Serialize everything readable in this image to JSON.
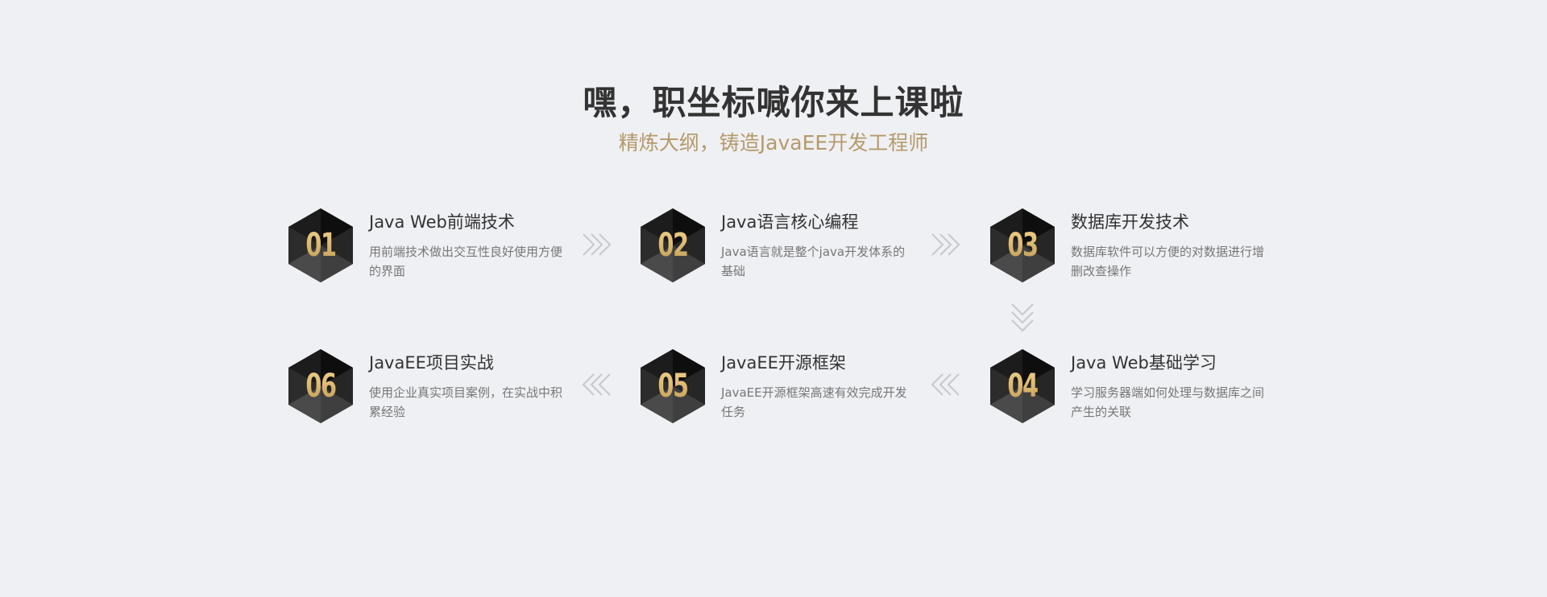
{
  "header": {
    "title": "嘿，职坐标喊你来上课啦",
    "subtitle": "精炼大纲，铸造JavaEE开发工程师"
  },
  "steps": [
    {
      "num": "01",
      "title": "Java Web前端技术",
      "desc": "用前端技术做出交互性良好使用方便的界面"
    },
    {
      "num": "02",
      "title": "Java语言核心编程",
      "desc": "Java语言就是整个java开发体系的基础"
    },
    {
      "num": "03",
      "title": "数据库开发技术",
      "desc": "数据库软件可以方便的对数据进行增删改查操作"
    },
    {
      "num": "04",
      "title": "Java Web基础学习",
      "desc": "学习服务器端如何处理与数据库之间产生的关联"
    },
    {
      "num": "05",
      "title": "JavaEE开源框架",
      "desc": "JavaEE开源框架高速有效完成开发任务"
    },
    {
      "num": "06",
      "title": "JavaEE项目实战",
      "desc": "使用企业真实项目案例，在实战中积累经验"
    }
  ],
  "icons": {
    "step_badge": "hexagon-badge-icon",
    "arrow_right": "chevrons-right-icon",
    "arrow_left": "chevrons-left-icon",
    "arrow_down": "chevrons-down-icon"
  },
  "colors": {
    "background": "#eff0f4",
    "title": "#333333",
    "subtitle": "#b59a6a",
    "badge_gold": "#e1bd74",
    "badge_dark": "#1a1a1a",
    "arrow": "#c8c8cc"
  }
}
